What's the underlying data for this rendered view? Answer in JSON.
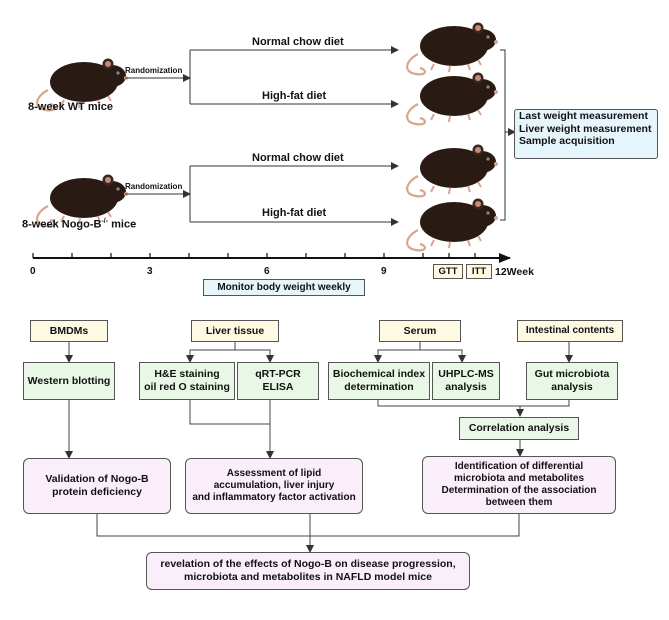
{
  "top": {
    "wt_label": "8-week WT mice",
    "nogo_label": "8-week Nogo-B",
    "nogo_sup": "-/-",
    "nogo_suffix": " mice",
    "randomization_1": "Randomization",
    "randomization_2": "Randomization",
    "diet_normal_1": "Normal chow diet",
    "diet_hfd_1": "High-fat diet",
    "diet_normal_2": "Normal chow diet",
    "diet_hfd_2": "High-fat diet",
    "outcome_lines": [
      "Last weight measurement",
      "Liver weight measurement",
      "Sample acquisition"
    ]
  },
  "timeline": {
    "ticks": [
      "0",
      "3",
      "6",
      "9"
    ],
    "end_label": "12Week",
    "gtt": "GTT",
    "itt": "ITT",
    "monitor": "Monitor body weight weekly"
  },
  "flow": {
    "bmdms": "BMDMs",
    "liver": "Liver tissue",
    "serum": "Serum",
    "intestinal": "Intestinal contents",
    "western": "Western blotting",
    "he": "H&E staining\noil red O staining",
    "qrt": "qRT-PCR\nELISA",
    "biochem": "Biochemical index\ndetermination",
    "uhplc": "UHPLC-MS\nanalysis",
    "gut": "Gut microbiota\nanalysis",
    "correlation": "Correlation analysis",
    "validation": "Validation of Nogo-B\nprotein deficiency",
    "assessment": "Assessment of lipid\naccumulation, liver injury\nand inflammatory factor activation",
    "identification": "Identification of differential\nmicrobiota and metabolites\nDetermination of the association\nbetween them",
    "revelation": "revelation of the effects of Nogo-B on disease progression,\nmicrobiota and metabolites in NAFLD model mice"
  }
}
